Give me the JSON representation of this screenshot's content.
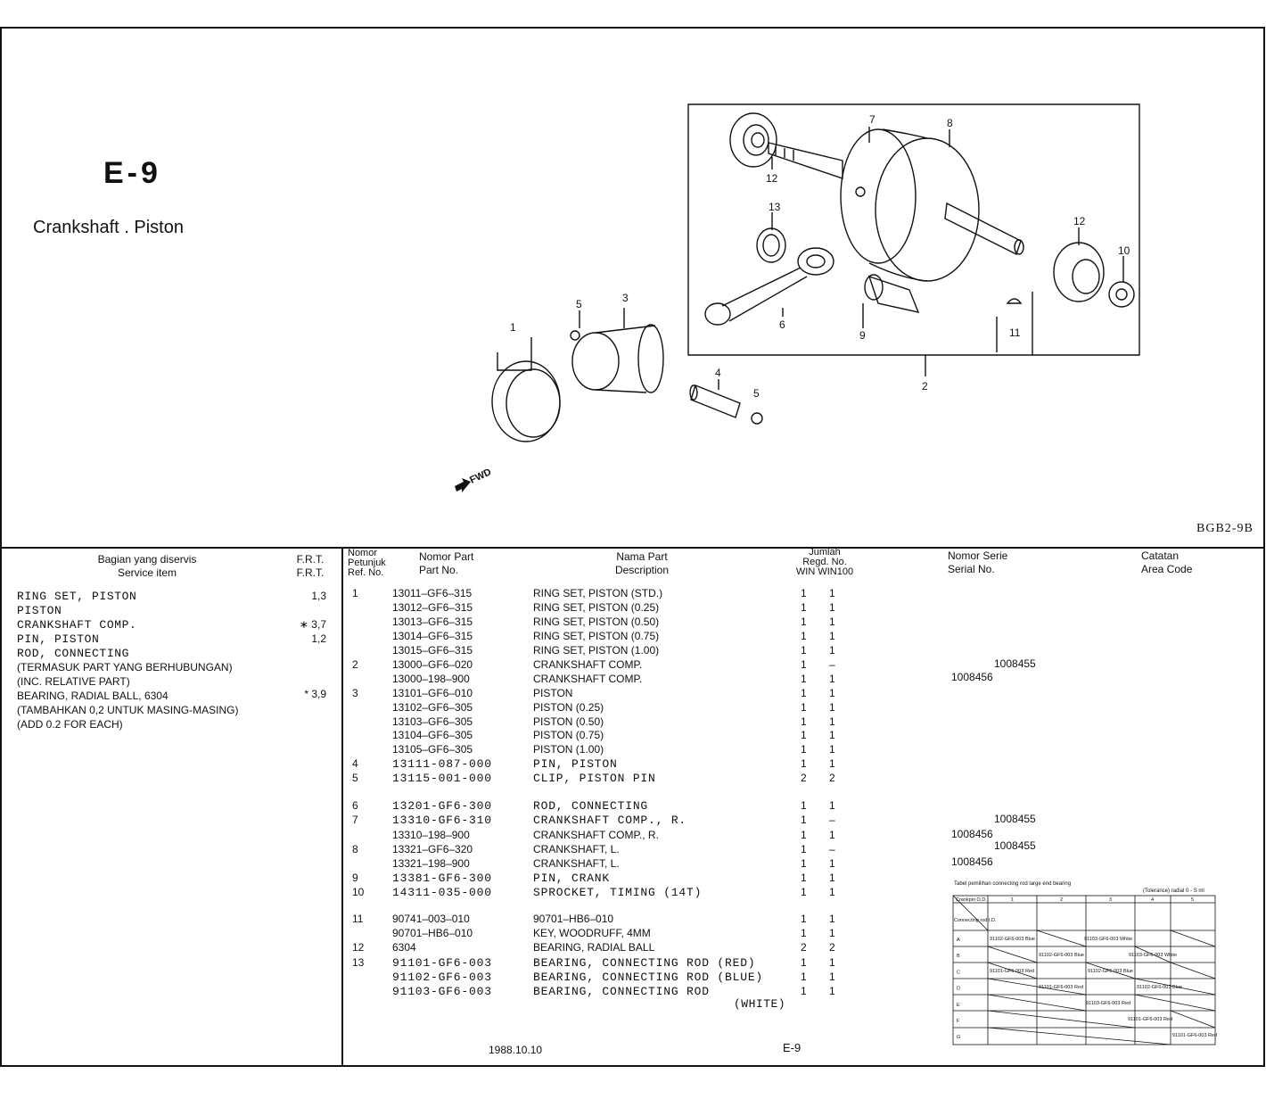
{
  "section": {
    "code": "E-9",
    "title": "Crankshaft . Piston",
    "drawing_code": "BGB2-9B",
    "fwd": "FWD"
  },
  "diagram_labels": [
    "1",
    "2",
    "3",
    "4",
    "5",
    "5",
    "6",
    "7",
    "8",
    "9",
    "10",
    "11",
    "12",
    "12",
    "13"
  ],
  "headers": {
    "service_item_id": "Bagian yang diservis",
    "service_item_en": "Service item",
    "frt_1": "F.R.T.",
    "frt_2": "F.R.T.",
    "ref_id1": "Nomor",
    "ref_id2": "Petunjuk",
    "ref_en": "Ref. No.",
    "part_id": "Nomor Part",
    "part_en": "Part No.",
    "desc_id": "Nama Part",
    "desc_en": "Description",
    "qty_id": "Jumlah",
    "qty_regd": "Regd. No.",
    "qty_models": "WIN  WIN100",
    "serial_id": "Nomor Serie",
    "serial_en": "Serial No.",
    "area_id": "Catatan",
    "area_en": "Area Code"
  },
  "service_items": [
    {
      "label": "RING SET, PISTON",
      "frt": "1,3",
      "mono": true
    },
    {
      "label": "PISTON",
      "frt": "",
      "mono": true
    },
    {
      "label": "CRANKSHAFT COMP.",
      "frt": "∗ 3,7",
      "mono": true
    },
    {
      "label": "PIN, PISTON",
      "frt": "1,2",
      "mono": true
    },
    {
      "label": "ROD, CONNECTING",
      "frt": "",
      "mono": true
    },
    {
      "label": "(TERMASUK PART YANG BERHUBUNGAN)",
      "frt": "",
      "mono": false
    },
    {
      "label": "(INC. RELATIVE PART)",
      "frt": "",
      "mono": false
    },
    {
      "label": "BEARING, RADIAL BALL, 6304",
      "frt": "* 3,9",
      "mono": false
    },
    {
      "label": "(TAMBAHKAN 0,2 UNTUK MASING-MASING)",
      "frt": "",
      "mono": false
    },
    {
      "label": "(ADD 0.2 FOR EACH)",
      "frt": "",
      "mono": false
    }
  ],
  "parts": [
    {
      "ref": "1",
      "part": "13011–GF6–315",
      "desc": "RING SET, PISTON (STD.)",
      "q1": "1",
      "q2": "1",
      "mono": false
    },
    {
      "ref": "",
      "part": "13012–GF6–315",
      "desc": "RING SET, PISTON (0.25)",
      "q1": "1",
      "q2": "1",
      "mono": false
    },
    {
      "ref": "",
      "part": "13013–GF6–315",
      "desc": "RING SET, PISTON (0.50)",
      "q1": "1",
      "q2": "1",
      "mono": false
    },
    {
      "ref": "",
      "part": "13014–GF6–315",
      "desc": "RING SET, PISTON (0.75)",
      "q1": "1",
      "q2": "1",
      "mono": false
    },
    {
      "ref": "",
      "part": "13015–GF6–315",
      "desc": "RING SET, PISTON (1.00)",
      "q1": "1",
      "q2": "1",
      "mono": false
    },
    {
      "ref": "2",
      "part": "13000–GF6–020",
      "desc": "CRANKSHAFT COMP.",
      "q1": "1",
      "q2": "–",
      "mono": false
    },
    {
      "ref": "",
      "part": "13000–198–900",
      "desc": "CRANKSHAFT COMP.",
      "q1": "1",
      "q2": "1",
      "mono": false
    },
    {
      "ref": "3",
      "part": "13101–GF6–010",
      "desc": "PISTON",
      "q1": "1",
      "q2": "1",
      "mono": false
    },
    {
      "ref": "",
      "part": "13102–GF6–305",
      "desc": "PISTON (0.25)",
      "q1": "1",
      "q2": "1",
      "mono": false
    },
    {
      "ref": "",
      "part": "13103–GF6–305",
      "desc": "PISTON (0.50)",
      "q1": "1",
      "q2": "1",
      "mono": false
    },
    {
      "ref": "",
      "part": "13104–GF6–305",
      "desc": "PISTON (0.75)",
      "q1": "1",
      "q2": "1",
      "mono": false
    },
    {
      "ref": "",
      "part": "13105–GF6–305",
      "desc": "PISTON (1.00)",
      "q1": "1",
      "q2": "1",
      "mono": false
    },
    {
      "ref": "4",
      "part": "13111-087-000",
      "desc": "PIN, PISTON",
      "q1": "1",
      "q2": "1",
      "mono": true
    },
    {
      "ref": "5",
      "part": "13115-001-000",
      "desc": "CLIP, PISTON PIN",
      "q1": "2",
      "q2": "2",
      "mono": true
    },
    {
      "ref": "6",
      "part": "13201-GF6-300",
      "desc": "ROD, CONNECTING",
      "q1": "1",
      "q2": "1",
      "mono": true
    },
    {
      "ref": "7",
      "part": "13310-GF6-310",
      "desc": "CRANKSHAFT COMP., R.",
      "q1": "1",
      "q2": "–",
      "mono": true
    },
    {
      "ref": "",
      "part": "13310–198–900",
      "desc": "CRANKSHAFT COMP., R.",
      "q1": "1",
      "q2": "1",
      "mono": false
    },
    {
      "ref": "8",
      "part": "13321–GF6–320",
      "desc": "CRANKSHAFT, L.",
      "q1": "1",
      "q2": "–",
      "mono": false
    },
    {
      "ref": "",
      "part": "13321–198–900",
      "desc": "CRANKSHAFT, L.",
      "q1": "1",
      "q2": "1",
      "mono": false
    },
    {
      "ref": "9",
      "part": "13381-GF6-300",
      "desc": "PIN, CRANK",
      "q1": "1",
      "q2": "1",
      "mono": true
    },
    {
      "ref": "10",
      "part": "14311-035-000",
      "desc": "SPROCKET, TIMING (14T)",
      "q1": "1",
      "q2": "1",
      "mono": true
    },
    {
      "ref": "11",
      "part": "90741–003–010",
      "desc": "90701–HB6–010",
      "q1": "1",
      "q2": "1",
      "mono": false
    },
    {
      "ref": "",
      "part": "90701–HB6–010",
      "desc": "KEY, WOODRUFF, 4MM",
      "q1": "1",
      "q2": "1",
      "mono": false
    },
    {
      "ref": "12",
      "part": "6304",
      "desc": "BEARING, RADIAL BALL",
      "q1": "2",
      "q2": "2",
      "mono": false
    },
    {
      "ref": "13",
      "part": "91101-GF6-003",
      "desc": "BEARING, CONNECTING ROD (RED)",
      "q1": "1",
      "q2": "1",
      "mono": true
    },
    {
      "ref": "",
      "part": "91102-GF6-003",
      "desc": "BEARING, CONNECTING ROD (BLUE)",
      "q1": "1",
      "q2": "1",
      "mono": true
    },
    {
      "ref": "",
      "part": "91103-GF6-003",
      "desc": "BEARING, CONNECTING ROD",
      "q1": "1",
      "q2": "1",
      "mono": true
    }
  ],
  "white_note": "(WHITE)",
  "serials": [
    "1008455",
    "1008456",
    "1008455",
    "1008456",
    "1008455",
    "1008456"
  ],
  "footer": {
    "date": "1988.10.10",
    "page": "E-9"
  },
  "bearing_table": {
    "title": "Tabel pemilihan connecting rod large end bearing",
    "unit": "(Tolerance) radial 0 - S ml",
    "col_header": "Crankpin O.D.",
    "row_header": "Connecting rod I.D.",
    "cols": [
      "1",
      "2",
      "3",
      "4",
      "5"
    ],
    "rows": [
      "A",
      "B",
      "C",
      "D",
      "E",
      "F",
      "G"
    ],
    "cells": [
      "91102-GF6-003 Blue",
      "91103-GF6-003 White",
      "91102-GF6-003 Blue",
      "91103-GF6-003 White",
      "91101-GF6-003 Red",
      "91102-GF6-003 Blue",
      "91101-GF6-003 Red",
      "91102-GF6-003 Blue",
      "91103-GF6-003 Red",
      "91101-GF6-003 Red",
      "91101-GF6-003 Red"
    ]
  }
}
